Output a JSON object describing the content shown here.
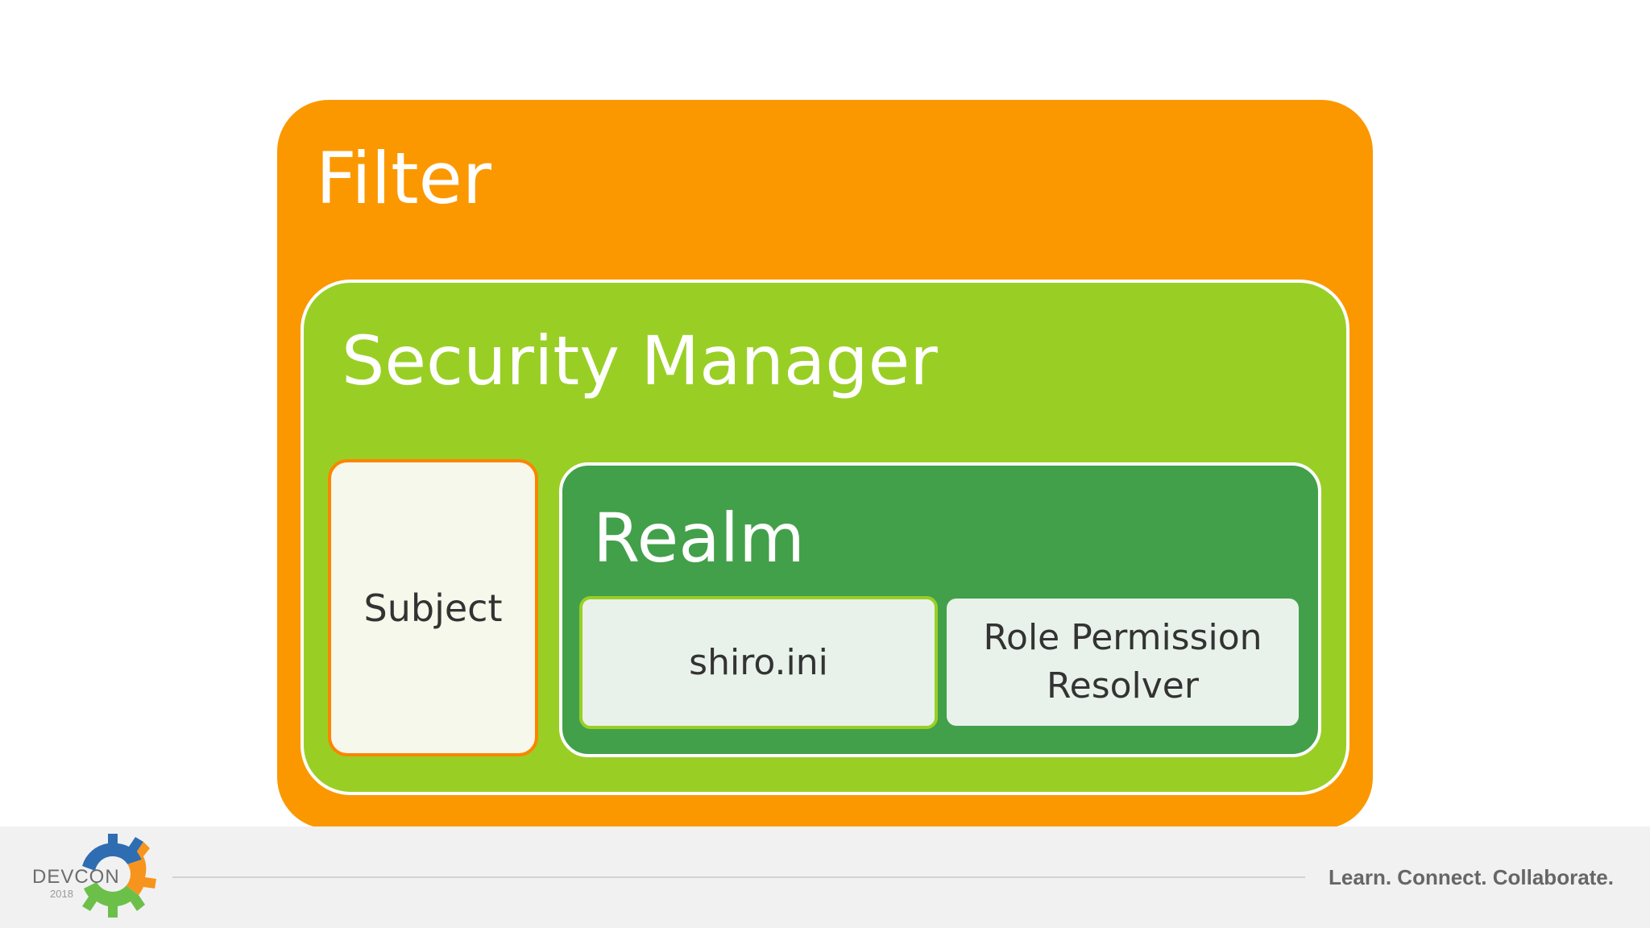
{
  "diagram": {
    "filter": {
      "title": "Filter"
    },
    "security_manager": {
      "title": "Security Manager"
    },
    "subject": {
      "label": "Subject"
    },
    "realm": {
      "title": "Realm"
    },
    "shiro_ini": {
      "label": "shiro.ini"
    },
    "role_permission_resolver": {
      "label": "Role Permission Resolver"
    }
  },
  "footer": {
    "logo": {
      "name": "DEVCON",
      "year": "2018"
    },
    "tagline": "Learn. Connect. Collaborate."
  },
  "colors": {
    "filter": "#fb9800",
    "security_manager": "#99cf25",
    "subject_fill": "#f5f8ea",
    "subject_border": "#fb8500",
    "realm": "#42a04a",
    "inner_node": "#e9f2ea",
    "footer": "#f1f1f2",
    "logo_blue": "#2f6db3",
    "logo_orange": "#f7941d",
    "logo_green": "#6cc04a"
  },
  "icons": {
    "logo": "devcon-gear-logo"
  }
}
